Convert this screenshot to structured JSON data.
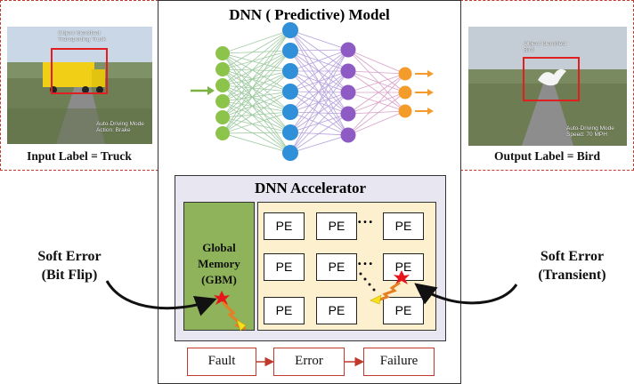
{
  "model_title": "DNN ( Predictive) Model",
  "accelerator_title": "DNN Accelerator",
  "gbm_label": [
    "Global",
    "Memory",
    "(GBM)"
  ],
  "pe_label": "PE",
  "pe_dots": "• • •",
  "input_panel": {
    "caption": "Input Label = Truck",
    "overlay_top": [
      "Object Identified:",
      "Transporting Truck"
    ],
    "overlay_bottom": [
      "Auto-Driving Mode",
      "Action: Brake"
    ]
  },
  "output_panel": {
    "caption": "Output Label = Bird",
    "overlay_top": [
      "Object Identified:",
      "Bird"
    ],
    "overlay_bottom": [
      "Auto-Driving Mode",
      "Speed: 70 MPH"
    ]
  },
  "soft_error_left": [
    "Soft Error",
    "(Bit Flip)"
  ],
  "soft_error_right": [
    "Soft Error",
    "(Transient)"
  ],
  "flow": [
    "Fault",
    "Error",
    "Failure"
  ],
  "colors": {
    "panel_border": "#c0392b",
    "gbm": "#8fb35a",
    "pe_area": "#fdf0cf",
    "accelerator": "#e8e7f1",
    "input_nodes": "#8cc34a",
    "hidden1_nodes": "#2f8fd8",
    "hidden2_nodes": "#8e5bc4",
    "output_nodes": "#f39c2b"
  }
}
